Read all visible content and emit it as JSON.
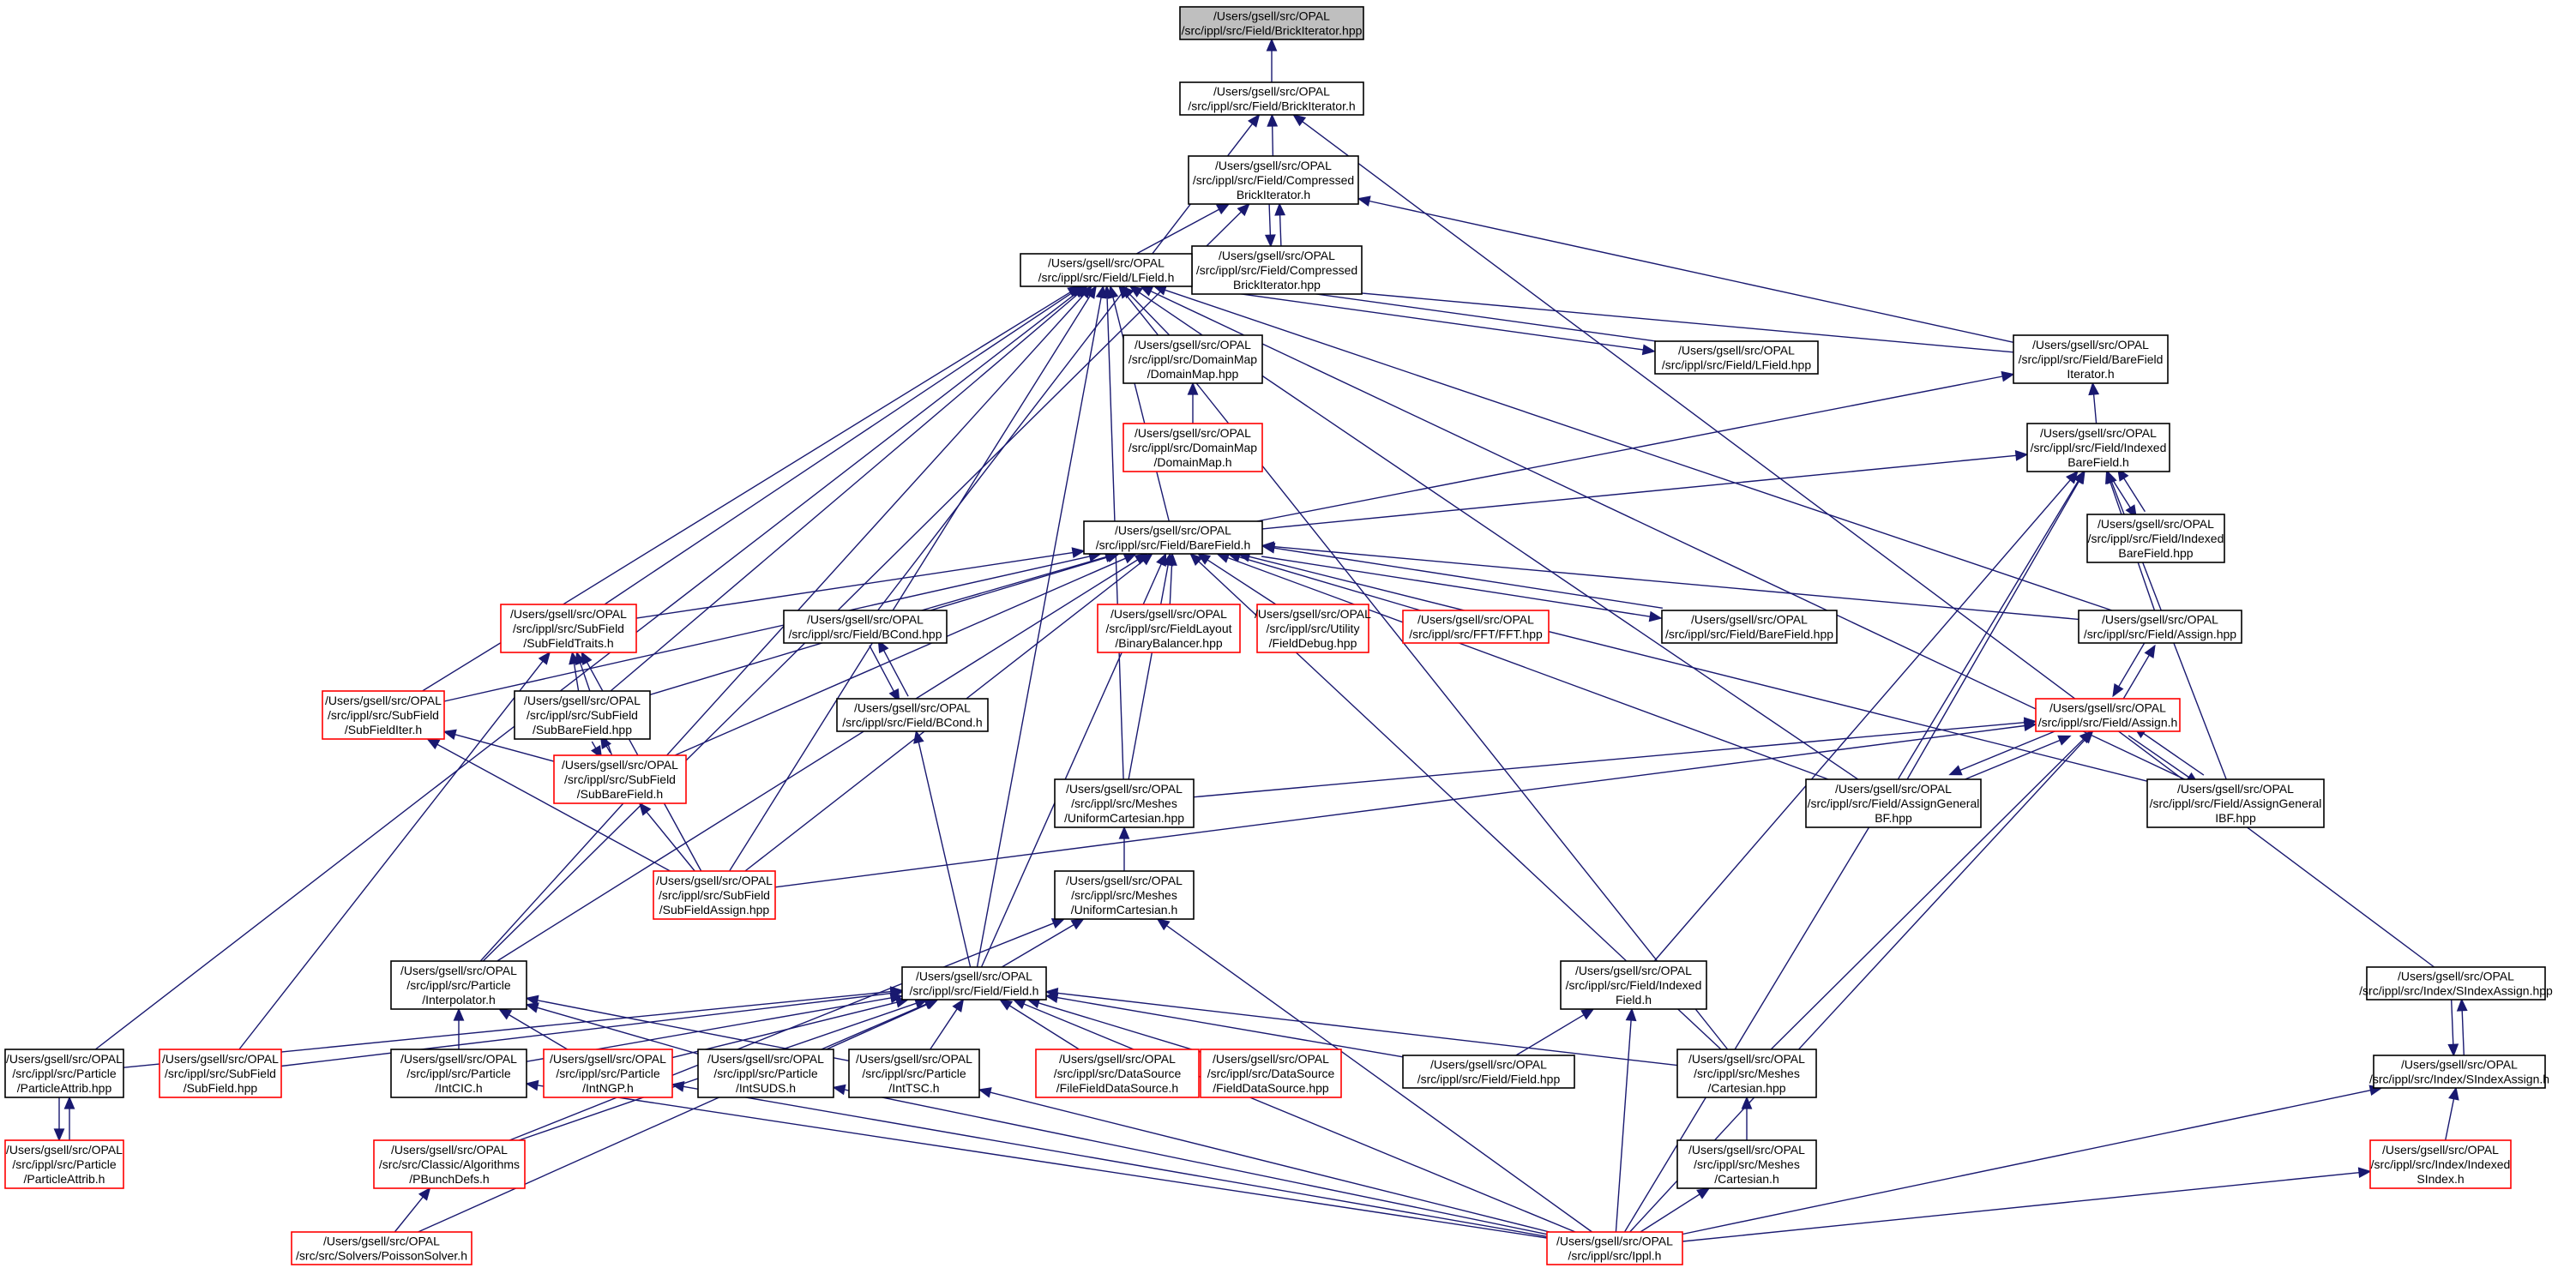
{
  "colors": {
    "edge": "#191970",
    "normal_border": "#000000",
    "missing_border": "#ff0000",
    "root_fill": "#bfbfbf",
    "node_fill": "#ffffff"
  },
  "nodes": [
    {
      "id": "brickiter_hpp",
      "lines": [
        "/Users/gsell/src/OPAL",
        "/src/ippl/src/Field/BrickIterator.hpp"
      ],
      "status": "root"
    },
    {
      "id": "brickiter_h",
      "lines": [
        "/Users/gsell/src/OPAL",
        "/src/ippl/src/Field/BrickIterator.h"
      ],
      "status": "normal"
    },
    {
      "id": "cbi_h",
      "lines": [
        "/Users/gsell/src/OPAL",
        "/src/ippl/src/Field/Compressed",
        "BrickIterator.h"
      ],
      "status": "normal"
    },
    {
      "id": "cbi_hpp",
      "lines": [
        "/Users/gsell/src/OPAL",
        "/src/ippl/src/Field/Compressed",
        "BrickIterator.hpp"
      ],
      "status": "normal"
    },
    {
      "id": "lfield_h",
      "lines": [
        "/Users/gsell/src/OPAL",
        "/src/ippl/src/Field/LField.h"
      ],
      "status": "normal"
    },
    {
      "id": "domainmap_hpp",
      "lines": [
        "/Users/gsell/src/OPAL",
        "/src/ippl/src/DomainMap",
        "/DomainMap.hpp"
      ],
      "status": "normal"
    },
    {
      "id": "domainmap_h",
      "lines": [
        "/Users/gsell/src/OPAL",
        "/src/ippl/src/DomainMap",
        "/DomainMap.h"
      ],
      "status": "missing"
    },
    {
      "id": "lfield_hpp",
      "lines": [
        "/Users/gsell/src/OPAL",
        "/src/ippl/src/Field/LField.hpp"
      ],
      "status": "normal"
    },
    {
      "id": "bfiter_h",
      "lines": [
        "/Users/gsell/src/OPAL",
        "/src/ippl/src/Field/BareField",
        "Iterator.h"
      ],
      "status": "normal"
    },
    {
      "id": "ibf_h",
      "lines": [
        "/Users/gsell/src/OPAL",
        "/src/ippl/src/Field/Indexed",
        "BareField.h"
      ],
      "status": "normal"
    },
    {
      "id": "ibf_hpp",
      "lines": [
        "/Users/gsell/src/OPAL",
        "/src/ippl/src/Field/Indexed",
        "BareField.hpp"
      ],
      "status": "normal"
    },
    {
      "id": "barefield_h",
      "lines": [
        "/Users/gsell/src/OPAL",
        "/src/ippl/src/Field/BareField.h"
      ],
      "status": "normal"
    },
    {
      "id": "sftraits_h",
      "lines": [
        "/Users/gsell/src/OPAL",
        "/src/ippl/src/SubField",
        "/SubFieldTraits.h"
      ],
      "status": "missing"
    },
    {
      "id": "bcond_hpp",
      "lines": [
        "/Users/gsell/src/OPAL",
        "/src/ippl/src/Field/BCond.hpp"
      ],
      "status": "normal"
    },
    {
      "id": "binbal_hpp",
      "lines": [
        "/Users/gsell/src/OPAL",
        "/src/ippl/src/FieldLayout",
        "/BinaryBalancer.hpp"
      ],
      "status": "missing"
    },
    {
      "id": "fielddebug_hpp",
      "lines": [
        "/Users/gsell/src/OPAL",
        "/src/ippl/src/Utility",
        "/FieldDebug.hpp"
      ],
      "status": "missing"
    },
    {
      "id": "fft_hpp",
      "lines": [
        "/Users/gsell/src/OPAL",
        "/src/ippl/src/FFT/FFT.hpp"
      ],
      "status": "missing"
    },
    {
      "id": "barefield_hpp",
      "lines": [
        "/Users/gsell/src/OPAL",
        "/src/ippl/src/Field/BareField.hpp"
      ],
      "status": "normal"
    },
    {
      "id": "assign_hpp",
      "lines": [
        "/Users/gsell/src/OPAL",
        "/src/ippl/src/Field/Assign.hpp"
      ],
      "status": "normal"
    },
    {
      "id": "sfiter_h",
      "lines": [
        "/Users/gsell/src/OPAL",
        "/src/ippl/src/SubField",
        "/SubFieldIter.h"
      ],
      "status": "missing"
    },
    {
      "id": "sbf_hpp",
      "lines": [
        "/Users/gsell/src/OPAL",
        "/src/ippl/src/SubField",
        "/SubBareField.hpp"
      ],
      "status": "normal"
    },
    {
      "id": "bcond_h",
      "lines": [
        "/Users/gsell/src/OPAL",
        "/src/ippl/src/Field/BCond.h"
      ],
      "status": "normal"
    },
    {
      "id": "assign_h",
      "lines": [
        "/Users/gsell/src/OPAL",
        "/src/ippl/src/Field/Assign.h"
      ],
      "status": "missing"
    },
    {
      "id": "sbf_h",
      "lines": [
        "/Users/gsell/src/OPAL",
        "/src/ippl/src/SubField",
        "/SubBareField.h"
      ],
      "status": "missing"
    },
    {
      "id": "uc_hpp",
      "lines": [
        "/Users/gsell/src/OPAL",
        "/src/ippl/src/Meshes",
        "/UniformCartesian.hpp"
      ],
      "status": "normal"
    },
    {
      "id": "agbf_hpp",
      "lines": [
        "/Users/gsell/src/OPAL",
        "/src/ippl/src/Field/AssignGeneral",
        "BF.hpp"
      ],
      "status": "normal"
    },
    {
      "id": "agibf_hpp",
      "lines": [
        "/Users/gsell/src/OPAL",
        "/src/ippl/src/Field/AssignGeneral",
        "IBF.hpp"
      ],
      "status": "normal"
    },
    {
      "id": "sfassign_hpp",
      "lines": [
        "/Users/gsell/src/OPAL",
        "/src/ippl/src/SubField",
        "/SubFieldAssign.hpp"
      ],
      "status": "missing"
    },
    {
      "id": "uc_h",
      "lines": [
        "/Users/gsell/src/OPAL",
        "/src/ippl/src/Meshes",
        "/UniformCartesian.h"
      ],
      "status": "normal"
    },
    {
      "id": "interp_h",
      "lines": [
        "/Users/gsell/src/OPAL",
        "/src/ippl/src/Particle",
        "/Interpolator.h"
      ],
      "status": "normal"
    },
    {
      "id": "field_h",
      "lines": [
        "/Users/gsell/src/OPAL",
        "/src/ippl/src/Field/Field.h"
      ],
      "status": "normal"
    },
    {
      "id": "if_h",
      "lines": [
        "/Users/gsell/src/OPAL",
        "/src/ippl/src/Field/Indexed",
        "Field.h"
      ],
      "status": "normal"
    },
    {
      "id": "sia_hpp",
      "lines": [
        "/Users/gsell/src/OPAL",
        "/src/ippl/src/Index/SIndexAssign.hpp"
      ],
      "status": "normal"
    },
    {
      "id": "pattrib_hpp",
      "lines": [
        "/Users/gsell/src/OPAL",
        "/src/ippl/src/Particle",
        "/ParticleAttrib.hpp"
      ],
      "status": "normal"
    },
    {
      "id": "subfield_hpp",
      "lines": [
        "/Users/gsell/src/OPAL",
        "/src/ippl/src/SubField",
        "/SubField.hpp"
      ],
      "status": "missing"
    },
    {
      "id": "intcic_h",
      "lines": [
        "/Users/gsell/src/OPAL",
        "/src/ippl/src/Particle",
        "/IntCIC.h"
      ],
      "status": "normal"
    },
    {
      "id": "intngp_h",
      "lines": [
        "/Users/gsell/src/OPAL",
        "/src/ippl/src/Particle",
        "/IntNGP.h"
      ],
      "status": "missing"
    },
    {
      "id": "intsuds_h",
      "lines": [
        "/Users/gsell/src/OPAL",
        "/src/ippl/src/Particle",
        "/IntSUDS.h"
      ],
      "status": "normal"
    },
    {
      "id": "inttsc_h",
      "lines": [
        "/Users/gsell/src/OPAL",
        "/src/ippl/src/Particle",
        "/IntTSC.h"
      ],
      "status": "normal"
    },
    {
      "id": "ffds_h",
      "lines": [
        "/Users/gsell/src/OPAL",
        "/src/ippl/src/DataSource",
        "/FileFieldDataSource.h"
      ],
      "status": "missing"
    },
    {
      "id": "fds_hpp",
      "lines": [
        "/Users/gsell/src/OPAL",
        "/src/ippl/src/DataSource",
        "/FieldDataSource.hpp"
      ],
      "status": "missing"
    },
    {
      "id": "field_hpp",
      "lines": [
        "/Users/gsell/src/OPAL",
        "/src/ippl/src/Field/Field.hpp"
      ],
      "status": "normal"
    },
    {
      "id": "cart_hpp",
      "lines": [
        "/Users/gsell/src/OPAL",
        "/src/ippl/src/Meshes",
        "/Cartesian.hpp"
      ],
      "status": "normal"
    },
    {
      "id": "sia_h",
      "lines": [
        "/Users/gsell/src/OPAL",
        "/src/ippl/src/Index/SIndexAssign.h"
      ],
      "status": "normal"
    },
    {
      "id": "pattrib_h",
      "lines": [
        "/Users/gsell/src/OPAL",
        "/src/ippl/src/Particle",
        "/ParticleAttrib.h"
      ],
      "status": "missing"
    },
    {
      "id": "pbunch_h",
      "lines": [
        "/Users/gsell/src/OPAL",
        "/src/src/Classic/Algorithms",
        "/PBunchDefs.h"
      ],
      "status": "missing"
    },
    {
      "id": "cart_h",
      "lines": [
        "/Users/gsell/src/OPAL",
        "/src/ippl/src/Meshes",
        "/Cartesian.h"
      ],
      "status": "normal"
    },
    {
      "id": "isindex_h",
      "lines": [
        "/Users/gsell/src/OPAL",
        "/src/ippl/src/Index/Indexed",
        "SIndex.h"
      ],
      "status": "missing"
    },
    {
      "id": "poisson_h",
      "lines": [
        "/Users/gsell/src/OPAL",
        "/src/src/Solvers/PoissonSolver.h"
      ],
      "status": "missing"
    },
    {
      "id": "ippl_h",
      "lines": [
        "/Users/gsell/src/OPAL",
        "/src/ippl/src/Ippl.h"
      ],
      "status": "missing"
    }
  ],
  "edges": [
    [
      "brickiter_h",
      "brickiter_hpp"
    ],
    [
      "cbi_h",
      "brickiter_h"
    ],
    [
      "bcond_hpp",
      "brickiter_h"
    ],
    [
      "sia_hpp",
      "brickiter_h"
    ],
    [
      "lfield_h",
      "cbi_h"
    ],
    [
      "cbi_hpp",
      "cbi_h"
    ],
    [
      "bfiter_h",
      "cbi_h"
    ],
    [
      "interp_h",
      "cbi_h"
    ],
    [
      "cbi_h",
      "cbi_hpp"
    ],
    [
      "domainmap_hpp",
      "lfield_h"
    ],
    [
      "lfield_hpp",
      "lfield_h"
    ],
    [
      "bfiter_h",
      "lfield_h"
    ],
    [
      "barefield_h",
      "lfield_h"
    ],
    [
      "sftraits_h",
      "lfield_h"
    ],
    [
      "sfiter_h",
      "lfield_h"
    ],
    [
      "sbf_hpp",
      "lfield_h"
    ],
    [
      "uc_hpp",
      "lfield_h"
    ],
    [
      "assign_hpp",
      "lfield_h"
    ],
    [
      "agbf_hpp",
      "lfield_h"
    ],
    [
      "agibf_hpp",
      "lfield_h"
    ],
    [
      "sfassign_hpp",
      "lfield_h"
    ],
    [
      "interp_h",
      "lfield_h"
    ],
    [
      "field_h",
      "lfield_h"
    ],
    [
      "pattrib_hpp",
      "lfield_h"
    ],
    [
      "cart_hpp",
      "lfield_h"
    ],
    [
      "lfield_h",
      "lfield_hpp"
    ],
    [
      "domainmap_h",
      "domainmap_hpp"
    ],
    [
      "ibf_h",
      "bfiter_h"
    ],
    [
      "barefield_h",
      "bfiter_h"
    ],
    [
      "ibf_hpp",
      "ibf_h"
    ],
    [
      "assign_hpp",
      "ibf_h"
    ],
    [
      "agbf_hpp",
      "ibf_h"
    ],
    [
      "agibf_hpp",
      "ibf_h"
    ],
    [
      "if_h",
      "ibf_h"
    ],
    [
      "ippl_h",
      "ibf_h"
    ],
    [
      "barefield_h",
      "ibf_h"
    ],
    [
      "ibf_h",
      "ibf_hpp"
    ],
    [
      "sftraits_h",
      "barefield_h"
    ],
    [
      "bcond_hpp",
      "barefield_h"
    ],
    [
      "binbal_hpp",
      "barefield_h"
    ],
    [
      "fielddebug_hpp",
      "barefield_h"
    ],
    [
      "fft_hpp",
      "barefield_h"
    ],
    [
      "barefield_hpp",
      "barefield_h"
    ],
    [
      "assign_hpp",
      "barefield_h"
    ],
    [
      "sfiter_h",
      "barefield_h"
    ],
    [
      "sbf_hpp",
      "barefield_h"
    ],
    [
      "sbf_h",
      "barefield_h"
    ],
    [
      "uc_hpp",
      "barefield_h"
    ],
    [
      "agbf_hpp",
      "barefield_h"
    ],
    [
      "agibf_hpp",
      "barefield_h"
    ],
    [
      "sfassign_hpp",
      "barefield_h"
    ],
    [
      "interp_h",
      "barefield_h"
    ],
    [
      "field_h",
      "barefield_h"
    ],
    [
      "cart_hpp",
      "barefield_h"
    ],
    [
      "barefield_h",
      "barefield_hpp"
    ],
    [
      "sbf_hpp",
      "sftraits_h"
    ],
    [
      "sbf_h",
      "sftraits_h"
    ],
    [
      "sfassign_hpp",
      "sftraits_h"
    ],
    [
      "subfield_hpp",
      "sftraits_h"
    ],
    [
      "bcond_h",
      "bcond_hpp"
    ],
    [
      "bcond_hpp",
      "bcond_h"
    ],
    [
      "field_h",
      "bcond_h"
    ],
    [
      "sbf_h",
      "sfiter_h"
    ],
    [
      "sfassign_hpp",
      "sfiter_h"
    ],
    [
      "sbf_h",
      "sbf_hpp"
    ],
    [
      "sbf_hpp",
      "sbf_h"
    ],
    [
      "sfassign_hpp",
      "sbf_h"
    ],
    [
      "assign_h",
      "assign_hpp"
    ],
    [
      "assign_hpp",
      "assign_h"
    ],
    [
      "uc_hpp",
      "assign_h"
    ],
    [
      "agbf_hpp",
      "assign_h"
    ],
    [
      "agibf_hpp",
      "assign_h"
    ],
    [
      "sfassign_hpp",
      "assign_h"
    ],
    [
      "cart_hpp",
      "assign_h"
    ],
    [
      "ippl_h",
      "assign_h"
    ],
    [
      "assign_h",
      "agbf_hpp"
    ],
    [
      "assign_h",
      "agibf_hpp"
    ],
    [
      "uc_h",
      "uc_hpp"
    ],
    [
      "field_h",
      "uc_h"
    ],
    [
      "pbunch_h",
      "uc_h"
    ],
    [
      "ippl_h",
      "uc_h"
    ],
    [
      "intcic_h",
      "interp_h"
    ],
    [
      "intngp_h",
      "interp_h"
    ],
    [
      "intsuds_h",
      "interp_h"
    ],
    [
      "inttsc_h",
      "interp_h"
    ],
    [
      "pattrib_hpp",
      "field_h"
    ],
    [
      "subfield_hpp",
      "field_h"
    ],
    [
      "intcic_h",
      "field_h"
    ],
    [
      "intngp_h",
      "field_h"
    ],
    [
      "intsuds_h",
      "field_h"
    ],
    [
      "inttsc_h",
      "field_h"
    ],
    [
      "ffds_h",
      "field_h"
    ],
    [
      "fds_hpp",
      "field_h"
    ],
    [
      "field_hpp",
      "field_h"
    ],
    [
      "cart_hpp",
      "field_h"
    ],
    [
      "pbunch_h",
      "field_h"
    ],
    [
      "poisson_h",
      "field_h"
    ],
    [
      "ippl_h",
      "field_h"
    ],
    [
      "field_hpp",
      "if_h"
    ],
    [
      "ippl_h",
      "if_h"
    ],
    [
      "sia_h",
      "sia_hpp"
    ],
    [
      "sia_hpp",
      "sia_h"
    ],
    [
      "isindex_h",
      "sia_h"
    ],
    [
      "ippl_h",
      "sia_h"
    ],
    [
      "pattrib_h",
      "pattrib_hpp"
    ],
    [
      "pattrib_hpp",
      "pattrib_h"
    ],
    [
      "ippl_h",
      "intcic_h"
    ],
    [
      "ippl_h",
      "intngp_h"
    ],
    [
      "ippl_h",
      "intsuds_h"
    ],
    [
      "ippl_h",
      "inttsc_h"
    ],
    [
      "cart_h",
      "cart_hpp"
    ],
    [
      "ippl_h",
      "cart_h"
    ],
    [
      "poisson_h",
      "pbunch_h"
    ],
    [
      "ippl_h",
      "isindex_h"
    ]
  ]
}
